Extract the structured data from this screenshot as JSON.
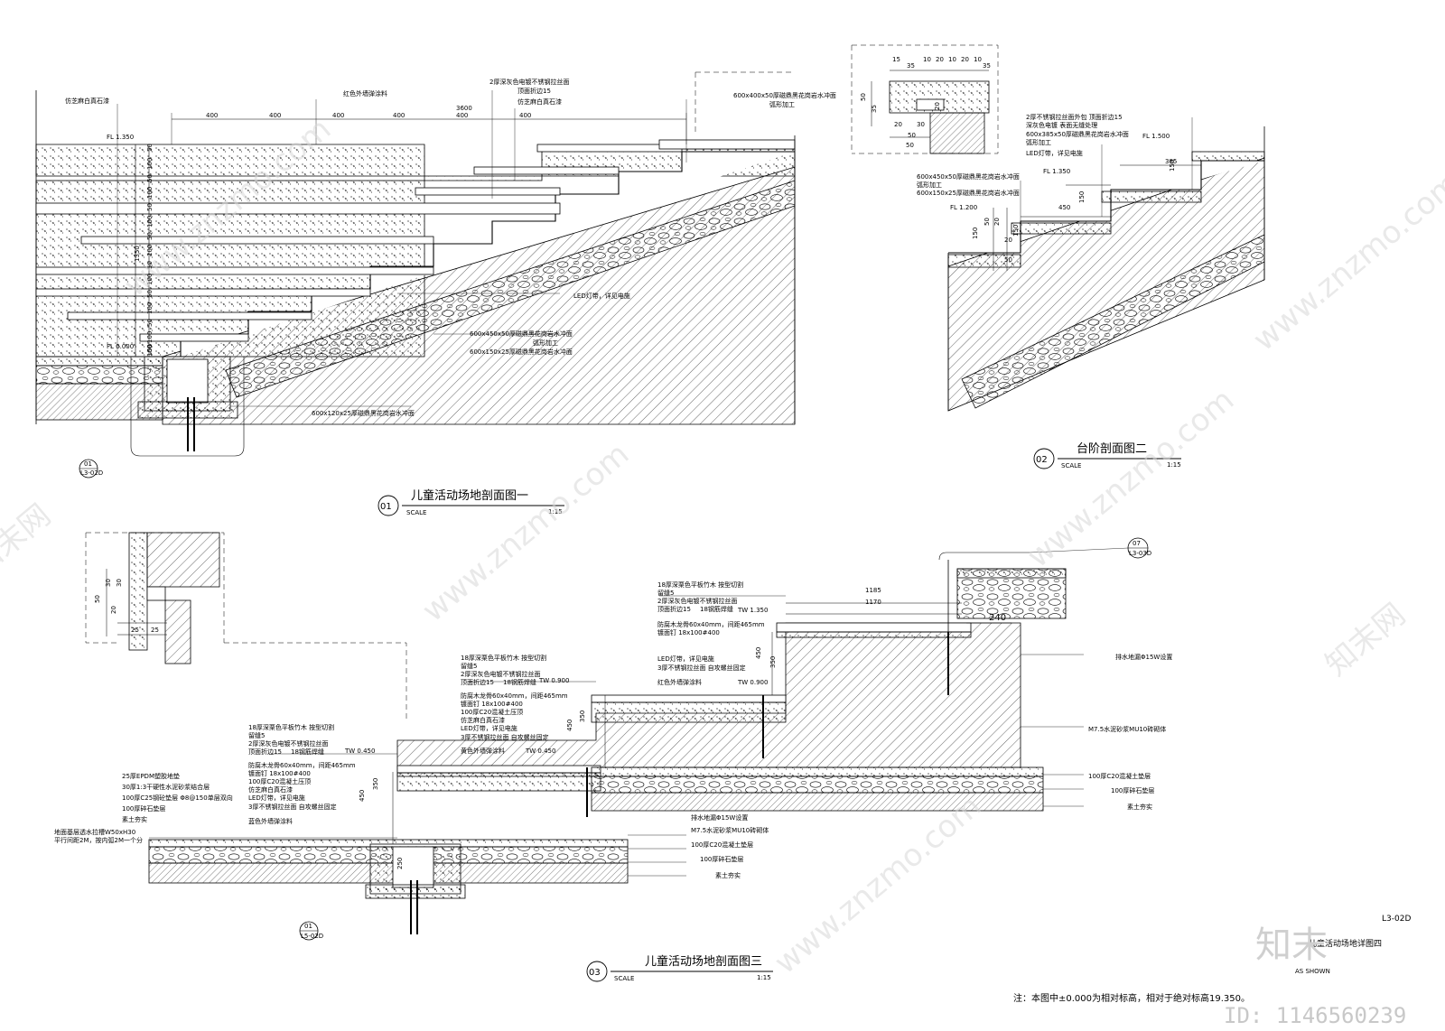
{
  "sections": [
    {
      "number": "01",
      "title": "儿童活动场地剖面图一",
      "scale_word": "SCALE",
      "ratio": "1:15"
    },
    {
      "number": "02",
      "title": "台阶剖面图二",
      "scale_word": "SCALE",
      "ratio": "1:15"
    },
    {
      "number": "03",
      "title": "儿童活动场地剖面图三",
      "scale_word": "SCALE",
      "ratio": "1:15"
    }
  ],
  "section1": {
    "labels": [
      "仿芝麻白真石漆",
      "红色外墙弹涂料",
      "2厚深灰色电镀不锈钢拉丝面",
      "顶面折边15",
      "仿芝麻白真石漆",
      "600x400x50厚磁鼎黑花岗岩水冲面",
      "弧形加工",
      "LED灯带，详见电施",
      "600x450x50厚磁鼎黑花岗岩水冲面",
      "弧形加工",
      "600x150x25厚磁鼎黑花岗岩水冲面",
      "600x120x25厚磁鼎黑花岗岩水冲面"
    ],
    "dims_top": [
      "400",
      "400",
      "400",
      "3600",
      "400",
      "400",
      "400"
    ],
    "dims_side": [
      "50",
      "100",
      "50",
      "100",
      "50",
      "100",
      "50",
      "100",
      "50",
      "100",
      "50",
      "100",
      "50",
      "100",
      "50",
      "100"
    ],
    "height": "1350",
    "levels": [
      "FL 1.350",
      "FL 0.000"
    ],
    "ref_number": "01",
    "ref_sheet": "L3-02D"
  },
  "section2": {
    "dims_detail": [
      "15",
      "35",
      "10",
      "20",
      "10",
      "20",
      "10",
      "35",
      "50",
      "35",
      "20",
      "50",
      "20",
      "30",
      "50"
    ],
    "labels": [
      "2厚不锈钢拉丝面外包 顶面折边15",
      "深灰色电镀 表面无缝处理",
      "600x385x50厚磁鼎黑花岗岩水冲面",
      "弧形加工",
      "LED灯带，详见电施",
      "600x450x50厚磁鼎黑花岗岩水冲面",
      "弧形加工",
      "600x150x25厚磁鼎黑花岗岩水冲面"
    ],
    "dims": [
      "385",
      "150",
      "450",
      "150",
      "150",
      "150",
      "50",
      "20",
      "20",
      "50"
    ],
    "levels": [
      "FL 1.500",
      "FL 1.350",
      "FL 1.200"
    ]
  },
  "section3": {
    "detail_dims": [
      "30",
      "30",
      "50",
      "20",
      "25",
      "25"
    ],
    "upper_labels": [
      "18厚深栗色平板竹木 按型切割",
      "留缝5",
      "2厚深灰色电镀不锈钢拉丝面",
      "顶面折边15",
      "18钢筋焊缝",
      "防腐木龙骨60x40mm，间距465mm",
      "镀面钉 18x100#400",
      "LED灯带，详见电施",
      "3厚不锈钢拉丝面 自攻螺丝固定",
      "红色外墙弹涂料"
    ],
    "middle_labels": [
      "18厚深栗色平板竹木 按型切割",
      "留缝5",
      "2厚深灰色电镀不锈钢拉丝面",
      "顶面折边15",
      "18钢筋焊缝",
      "防腐木龙骨60x40mm，间距465mm",
      "镀面钉 18x100#400",
      "100厚C20混凝土压顶",
      "仿芝麻白真石漆",
      "LED灯带，详见电施",
      "3厚不锈钢拉丝面 自攻螺丝固定",
      "黄色外墙弹涂料"
    ],
    "lower_labels": [
      "18厚深栗色平板竹木 按型切割",
      "留缝5",
      "2厚深灰色电镀不锈钢拉丝面",
      "顶面折边15",
      "18钢筋焊缝",
      "防腐木龙骨60x40mm，间距465mm",
      "镀面钉 18x100#400",
      "100厚C20混凝土压顶",
      "仿芝麻白真石漆",
      "LED灯带，详见电施",
      "3厚不锈钢拉丝面 自攻螺丝固定",
      "蓝色外墙弹涂料"
    ],
    "left_labels": [
      "25厚EPDM塑胶地垫",
      "30厚1:3干硬性水泥砂浆结合层",
      "100厚C25钢砼垫层 Φ8@150单层双向",
      "100厚碎石垫层",
      "素土夯实",
      "地面基层透水拉槽W50xH30",
      "平行间距2M，按内弧2M一个分"
    ],
    "right_labels": [
      "排水地漏Φ15W设置",
      "M7.5水泥砂浆MU10砖砌体",
      "100厚C20混凝土垫层",
      "100厚碎石垫层",
      "素土夯实"
    ],
    "bottom_labels": [
      "排水地漏Φ15W设置",
      "M7.5水泥砂浆MU10砖砌体",
      "100厚C20混凝土垫层",
      "100厚碎石垫层",
      "素土夯实"
    ],
    "dims": [
      "1185",
      "1170",
      "240",
      "450",
      "350",
      "450",
      "350",
      "450",
      "350",
      "250"
    ],
    "levels": [
      "TW 1.350",
      "TW 0.900",
      "TW 0.900",
      "TW 0.450",
      "TW 0.450"
    ],
    "refs": [
      {
        "number": "07",
        "sheet": "L3-03D"
      },
      {
        "number": "01",
        "sheet": "L5-02D"
      }
    ]
  },
  "sheet": {
    "number": "L3-02D",
    "title": "儿童活动场地详图四",
    "scale": "AS SHOWN",
    "note": "注：本图中±0.000为相对标高，相对于绝对标高19.350。"
  },
  "watermark": {
    "text": "www.znzmo.com",
    "brand": "知末网",
    "logo": "知末",
    "id": "ID: 1146560239"
  }
}
